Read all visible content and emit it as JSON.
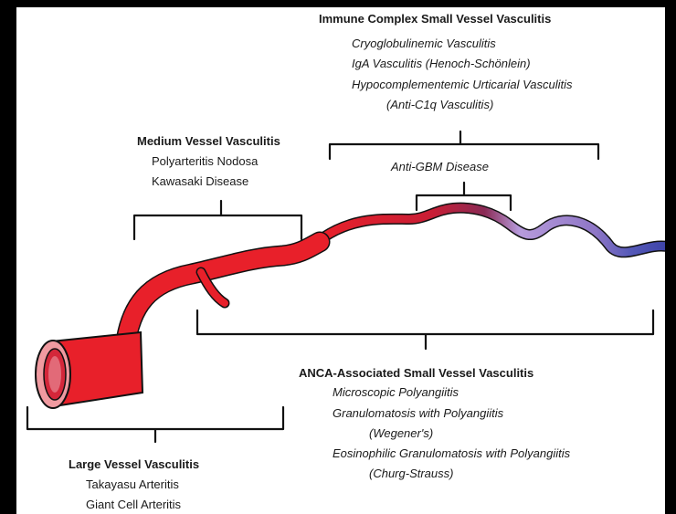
{
  "immune_complex": {
    "title": "Immune Complex  Small Vessel Vasculitis",
    "items": [
      "Cryoglobulinemic Vasculitis",
      "IgA Vasculitis (Henoch-Schönlein)",
      "Hypocomplementemic Urticarial Vasculitis",
      "(Anti-C1q Vasculitis)"
    ]
  },
  "medium_vessel": {
    "title": "Medium Vessel Vasculitis",
    "items": [
      "Polyarteritis Nodosa",
      "Kawasaki Disease"
    ]
  },
  "anti_gbm": {
    "label": "Anti-GBM Disease"
  },
  "anca": {
    "title": "ANCA-Associated Small Vessel Vasculitis",
    "items": [
      "Microscopic Polyangiitis",
      "Granulomatosis with Polyangiitis",
      "(Wegener's)",
      "Eosinophilic Granulomatosis with Polyangiitis",
      "(Churg-Strauss)"
    ]
  },
  "large_vessel": {
    "title": "Large Vessel Vasculitis",
    "items": [
      "Takayasu Arteritis",
      "Giant Cell Arteritis"
    ]
  },
  "colors": {
    "artery_red": "#e8202a",
    "vessel_purple": "#a98fd0",
    "vein_blue": "#4a4fb0"
  }
}
